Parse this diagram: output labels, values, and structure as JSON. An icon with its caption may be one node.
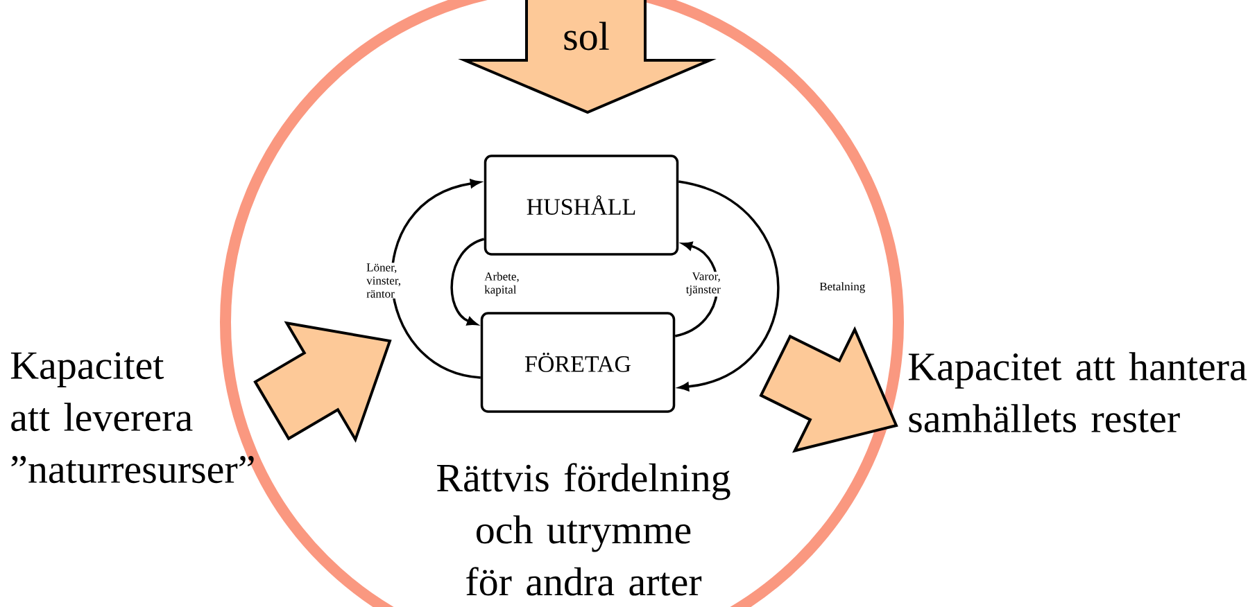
{
  "diagram": {
    "nodes": [
      {
        "text": [
          "sol"
        ]
      },
      {
        "text": [
          "HUSHÅLL"
        ]
      },
      {
        "text": [
          "FÖRETAG"
        ]
      }
    ],
    "edges": [
      {
        "from": 2,
        "to": 1,
        "arrow": "to",
        "label": "Löner, vinster, räntor"
      },
      {
        "from": 1,
        "to": 2,
        "arrow": "to",
        "label": "Arbete, kapital"
      },
      {
        "from": 2,
        "to": 1,
        "arrow": "to",
        "label": "Varor, tjänster"
      },
      {
        "from": 1,
        "to": 2,
        "arrow": "to",
        "label": "Betalning"
      }
    ],
    "labels": [
      "Kapacitet att leverera ”naturresurser”",
      "Rättvis fördelning och utrymme för andra arter",
      "Kapacitet att hantera samhällets rester"
    ]
  }
}
